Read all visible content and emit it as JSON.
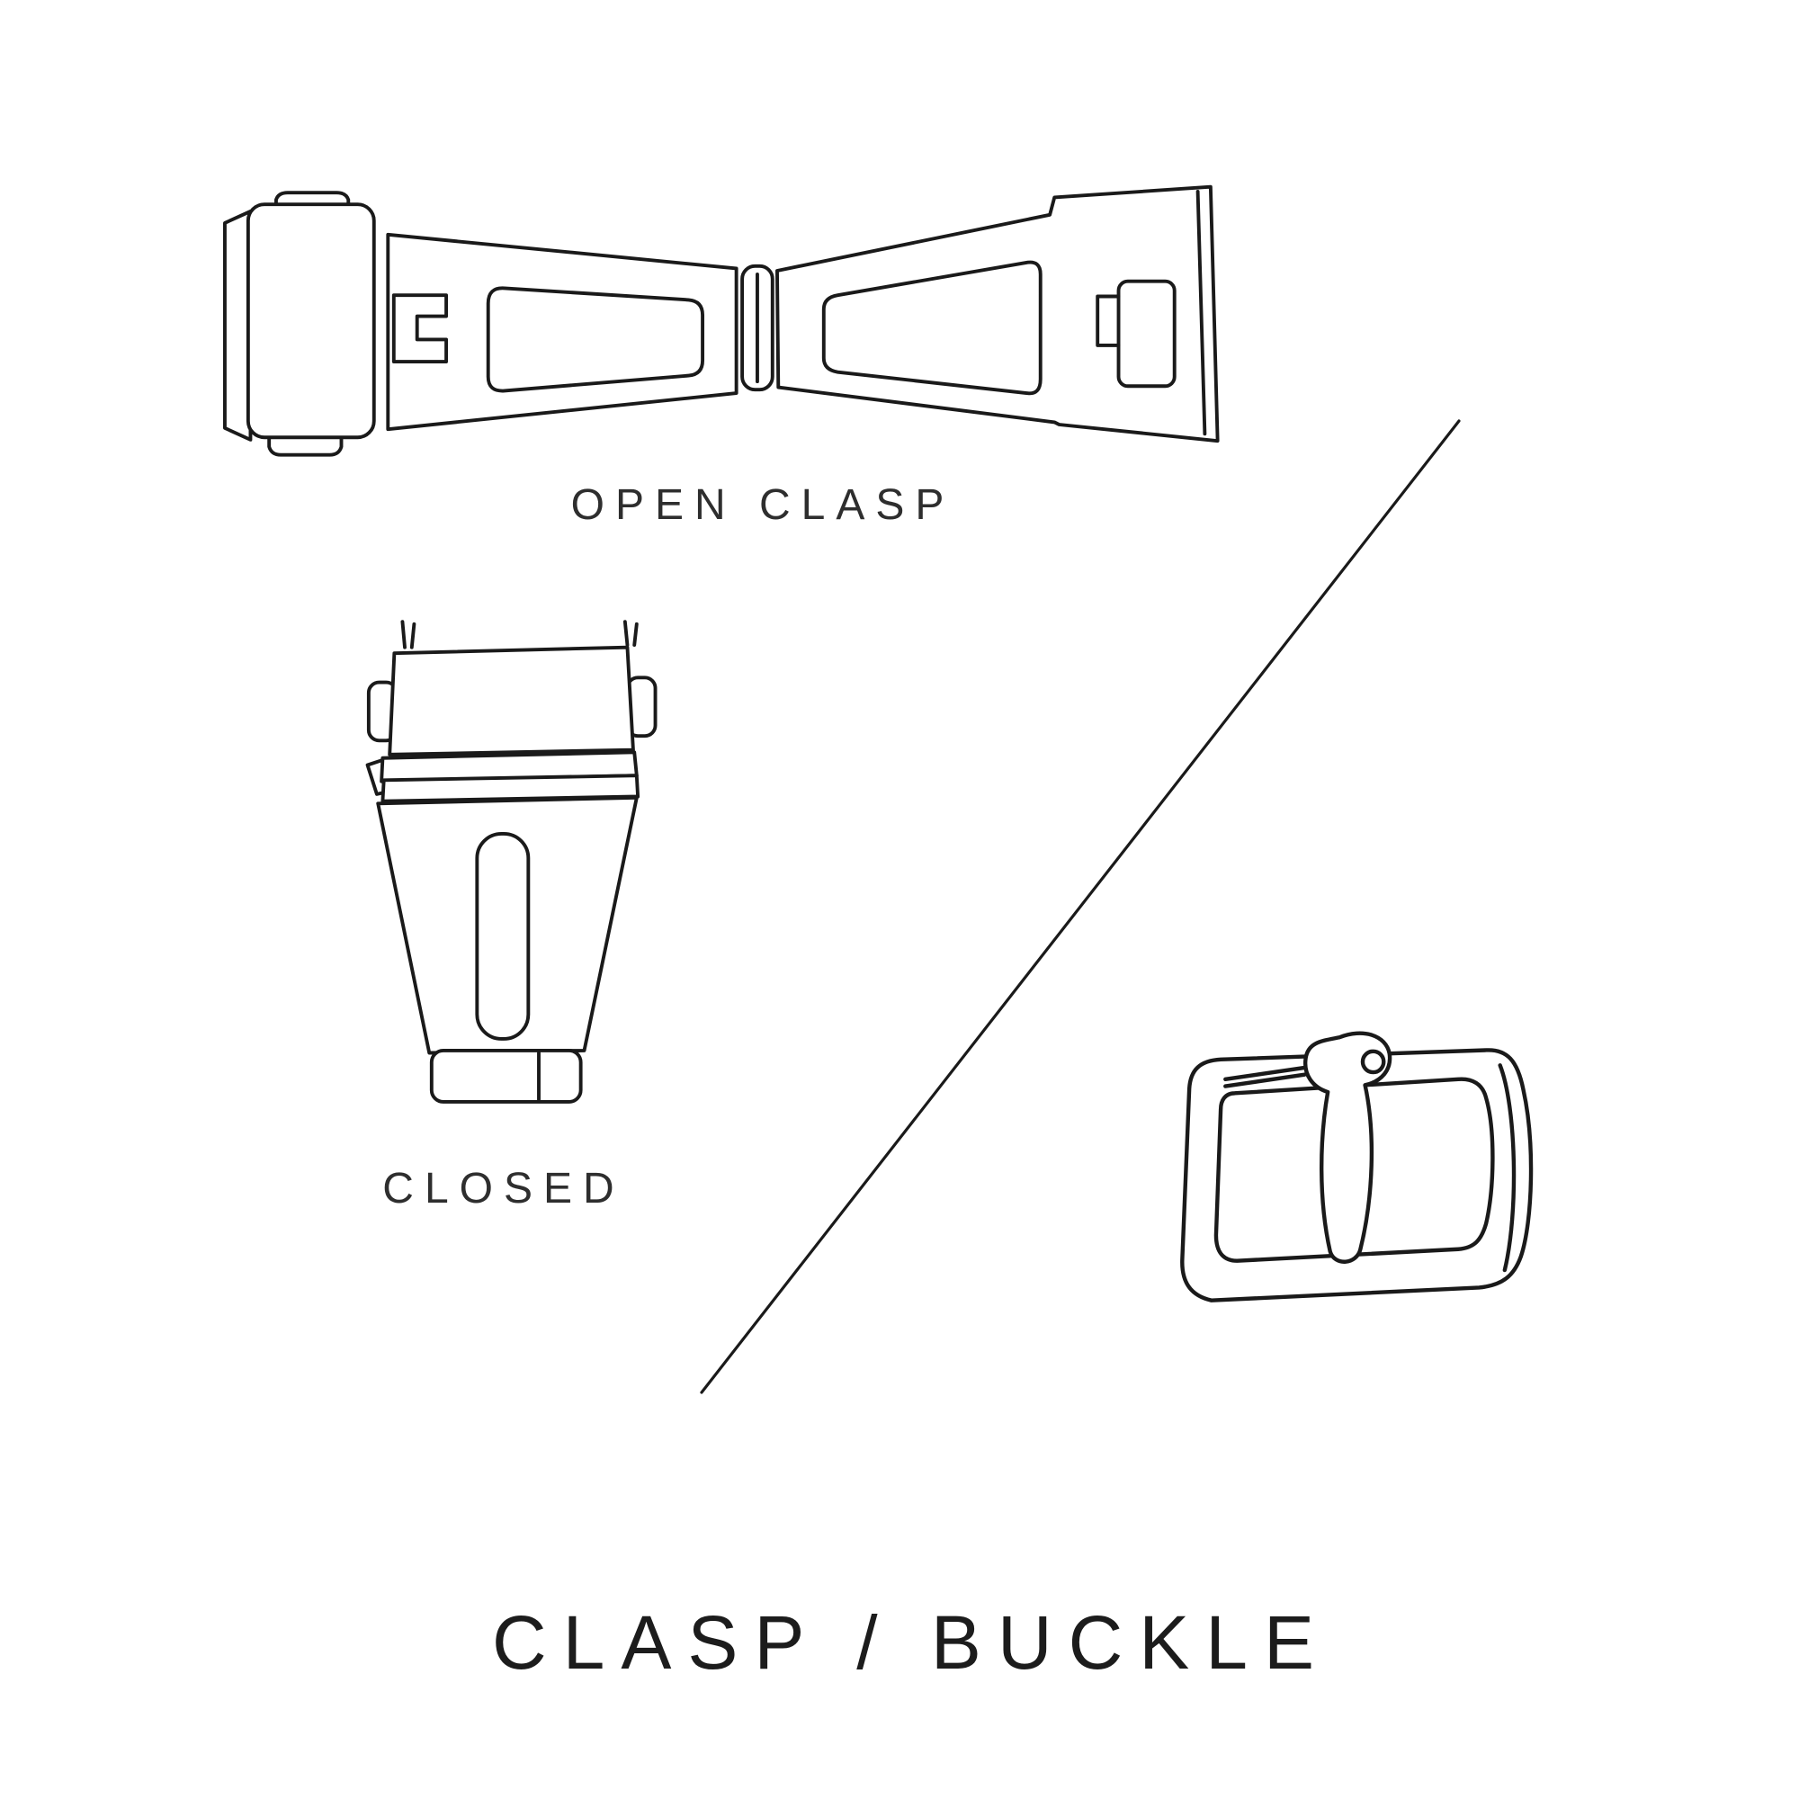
{
  "title": "CLASP / BUCKLE",
  "figures": {
    "open_clasp": {
      "id": "open-clasp-illustration",
      "label": "OPEN CLASP"
    },
    "closed_clasp": {
      "id": "closed-clasp-illustration",
      "label": "CLOSED"
    },
    "tang_buckle": {
      "id": "tang-buckle-illustration",
      "label": ""
    }
  },
  "divider": {
    "id": "diagonal-divider-line"
  },
  "colors": {
    "background": "#ffffff",
    "line": "#1a1a1a",
    "label_text": "#2e2e2e",
    "title_text": "#1c1c1c"
  }
}
